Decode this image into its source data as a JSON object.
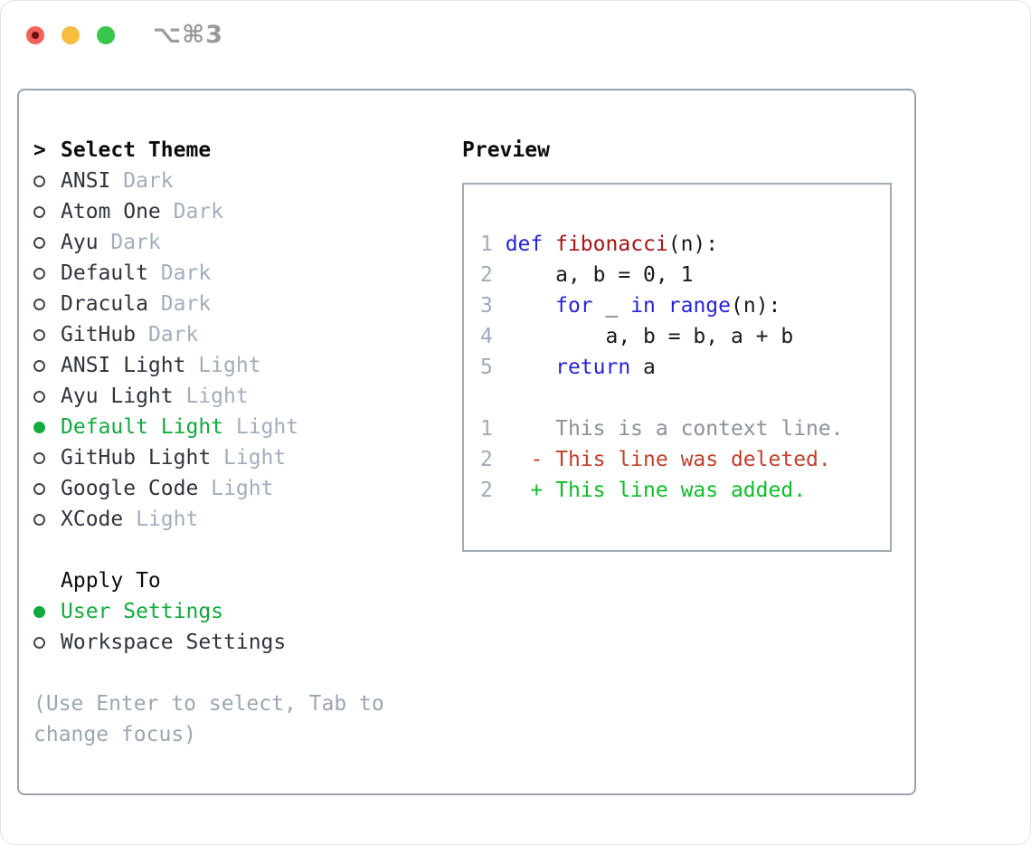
{
  "window": {
    "title": "⌥⌘3",
    "traffic_lights": [
      "close",
      "minimize",
      "zoom"
    ]
  },
  "theme_list": {
    "header_prefix": ">",
    "header": "Select Theme",
    "items": [
      {
        "name": "ANSI",
        "variant": "Dark",
        "selected": false
      },
      {
        "name": "Atom One",
        "variant": "Dark",
        "selected": false
      },
      {
        "name": "Ayu",
        "variant": "Dark",
        "selected": false
      },
      {
        "name": "Default",
        "variant": "Dark",
        "selected": false
      },
      {
        "name": "Dracula",
        "variant": "Dark",
        "selected": false
      },
      {
        "name": "GitHub",
        "variant": "Dark",
        "selected": false
      },
      {
        "name": "ANSI Light",
        "variant": "Light",
        "selected": false
      },
      {
        "name": "Ayu Light",
        "variant": "Light",
        "selected": false
      },
      {
        "name": "Default Light",
        "variant": "Light",
        "selected": true
      },
      {
        "name": "GitHub Light",
        "variant": "Light",
        "selected": false
      },
      {
        "name": "Google Code",
        "variant": "Light",
        "selected": false
      },
      {
        "name": "XCode",
        "variant": "Light",
        "selected": false
      }
    ]
  },
  "apply_to": {
    "header": "Apply To",
    "options": [
      {
        "label": "User Settings",
        "selected": true
      },
      {
        "label": "Workspace Settings",
        "selected": false
      }
    ]
  },
  "hint": "(Use Enter to select, Tab to change focus)",
  "preview": {
    "header": "Preview",
    "lines": [
      {
        "num": "1",
        "segments": [
          {
            "t": "def",
            "c": "keyword"
          },
          {
            "t": " ",
            "c": "plain"
          },
          {
            "t": "fibonacci",
            "c": "function"
          },
          {
            "t": "(n):",
            "c": "plain"
          }
        ]
      },
      {
        "num": "2",
        "segments": [
          {
            "t": "    a, b = 0, 1",
            "c": "plain"
          }
        ]
      },
      {
        "num": "3",
        "segments": [
          {
            "t": "    ",
            "c": "plain"
          },
          {
            "t": "for",
            "c": "keyword"
          },
          {
            "t": " _ ",
            "c": "plain"
          },
          {
            "t": "in",
            "c": "keyword"
          },
          {
            "t": " ",
            "c": "plain"
          },
          {
            "t": "range",
            "c": "keyword"
          },
          {
            "t": "(n):",
            "c": "plain"
          }
        ]
      },
      {
        "num": "4",
        "segments": [
          {
            "t": "        a, b = b, a + b",
            "c": "plain"
          }
        ]
      },
      {
        "num": "5",
        "segments": [
          {
            "t": "    ",
            "c": "plain"
          },
          {
            "t": "return",
            "c": "keyword"
          },
          {
            "t": " a",
            "c": "plain"
          }
        ]
      },
      {
        "num": "",
        "segments": []
      },
      {
        "num": "1",
        "segments": [
          {
            "t": "    This is a context line.",
            "c": "context"
          }
        ]
      },
      {
        "num": "2",
        "segments": [
          {
            "t": "  - This line was deleted.",
            "c": "deleted"
          }
        ]
      },
      {
        "num": "2",
        "segments": [
          {
            "t": "  + This line was added.",
            "c": "added"
          }
        ]
      }
    ]
  },
  "colors": {
    "selection_green": "#12ab3d",
    "added_green": "#0fbe27",
    "deleted_red": "#c2402a",
    "keyword_blue": "#2323dd",
    "function_red": "#a81414",
    "context_gray": "#8a9199",
    "variant_gray": "#a2adbd",
    "panel_border": "#99a3ad"
  }
}
